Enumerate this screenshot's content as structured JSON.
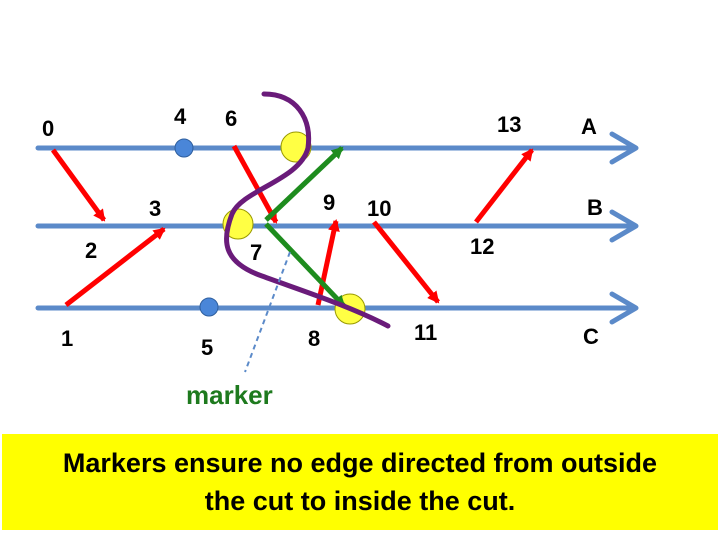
{
  "lines": [
    {
      "id": "A",
      "label": "A"
    },
    {
      "id": "B",
      "label": "B"
    },
    {
      "id": "C",
      "label": "C"
    }
  ],
  "events": [
    "0",
    "1",
    "2",
    "3",
    "4",
    "5",
    "6",
    "7",
    "8",
    "9",
    "10",
    "11",
    "12",
    "13"
  ],
  "marker_label": "marker",
  "caption": {
    "line1": "Markers ensure no edge directed from outside",
    "line2": "the cut to inside the cut."
  },
  "colors": {
    "process_line": "#5b8ac9",
    "message": "#ff0000",
    "marker_message": "#1e8c1e",
    "marker_label": "#1e7a1e",
    "cut": "#6a1b7a",
    "snapshot_point": "#ffff44",
    "internal_event": "#4a86d8",
    "caption_bg": "#ffff00"
  }
}
